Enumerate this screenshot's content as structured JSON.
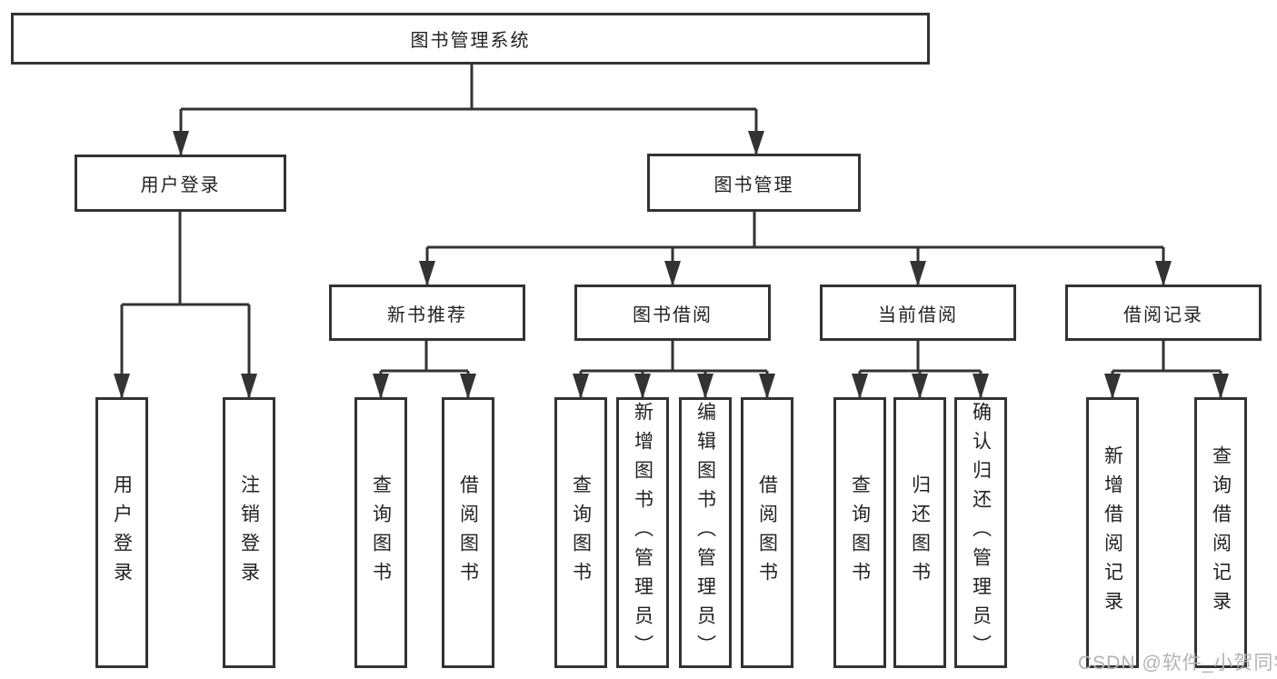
{
  "diagram": {
    "root": {
      "label": "图书管理系统"
    },
    "level2": [
      {
        "label": "用户登录"
      },
      {
        "label": "图书管理"
      }
    ],
    "level3": [
      {
        "label": "新书推荐"
      },
      {
        "label": "图书借阅"
      },
      {
        "label": "当前借阅"
      },
      {
        "label": "借阅记录"
      }
    ],
    "leaves": [
      {
        "label": "用户登录"
      },
      {
        "label": "注销登录"
      },
      {
        "label": "查询图书"
      },
      {
        "label": "借阅图书"
      },
      {
        "label": "查询图书"
      },
      {
        "label": "新增图书（管理员）"
      },
      {
        "label": "编辑图书（管理员）"
      },
      {
        "label": "借阅图书"
      },
      {
        "label": "查询图书"
      },
      {
        "label": "归还图书"
      },
      {
        "label": "确认归还（管理员）"
      },
      {
        "label": "新增借阅记录"
      },
      {
        "label": "查询借阅记录"
      }
    ]
  },
  "watermark": {
    "text": "CSDN @软件_小贺同学"
  },
  "colors": {
    "line": "#333333",
    "text": "#222222",
    "node_background": "#ffffff",
    "page_background": "#ffffff",
    "watermark": "#b3b3b3"
  }
}
